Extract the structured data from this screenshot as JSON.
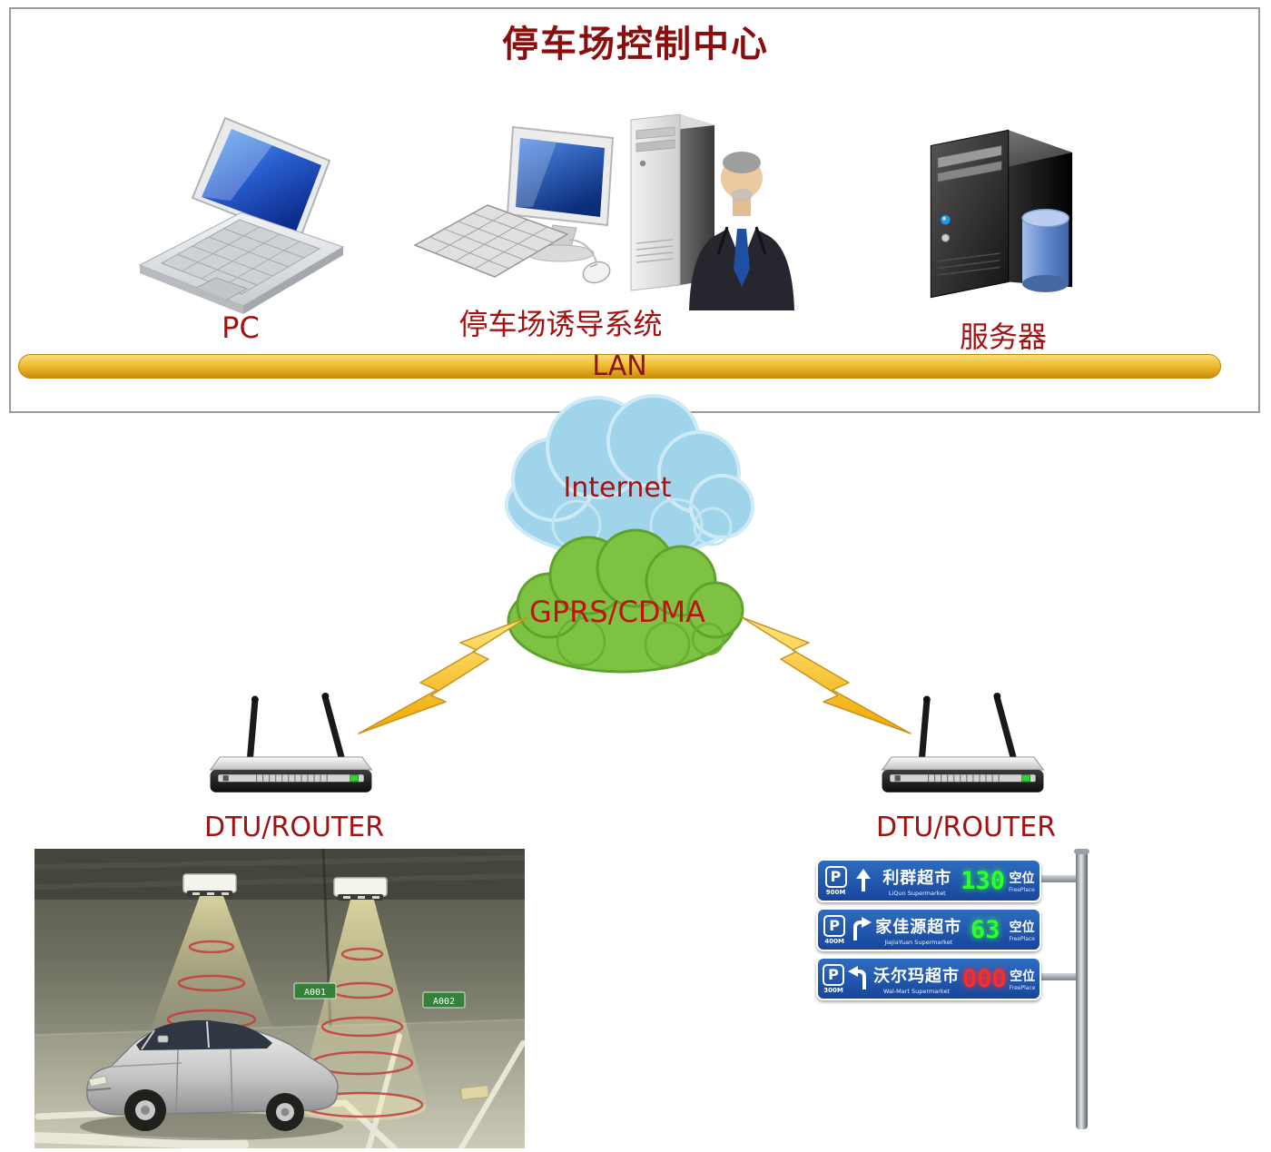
{
  "colors": {
    "label_red": "#a31111",
    "title_red": "#8b0e0e",
    "lan_gold": "#f0bd33",
    "cloud_blue": "#9fd4ea",
    "cloud_green": "#7dc242",
    "sign_blue": "#1e55a8",
    "led_green": "#2eff2e",
    "led_red": "#ff2b2b"
  },
  "control_center": {
    "title": "停车场控制中心",
    "pc_label": "PC",
    "guidance_label": "停车场诱导系统",
    "server_label": "服务器",
    "lan_label": "LAN"
  },
  "network": {
    "internet_label": "Internet",
    "gprs_label": "GPRS/CDMA"
  },
  "left_branch": {
    "router_label": "DTU/ROUTER",
    "garage": {
      "spot_labels": [
        "A001",
        "A002"
      ]
    }
  },
  "right_branch": {
    "router_label": "DTU/ROUTER",
    "sign": {
      "rows": [
        {
          "p": "P",
          "distance": "900M",
          "name": "利群超市",
          "name_en": "LiQun Supermarket",
          "count": "130",
          "count_color": "#2eff2e",
          "spaces": "空位",
          "free": "FreePlace"
        },
        {
          "p": "P",
          "distance": "400M",
          "name": "家佳源超市",
          "name_en": "JiaJiaYuan Supermarket",
          "count": "63",
          "count_color": "#2eff2e",
          "spaces": "空位",
          "free": "FreePlace"
        },
        {
          "p": "P",
          "distance": "300M",
          "name": "沃尔玛超市",
          "name_en": "Wal-Mart Supermarket",
          "count": "000",
          "count_color": "#ff2b2b",
          "spaces": "空位",
          "free": "FreePlace"
        }
      ]
    }
  }
}
